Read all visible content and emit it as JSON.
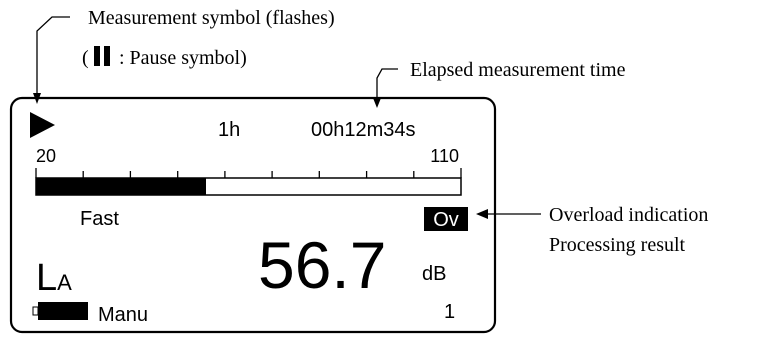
{
  "annotations": {
    "measurement_symbol": "Measurement symbol (flashes)",
    "pause_prefix": "(",
    "pause_text": ": Pause symbol)",
    "elapsed_time": "Elapsed measurement time",
    "overload": "Overload indication",
    "processing": "Processing result"
  },
  "display": {
    "interval": "1h",
    "elapsed": "00h12m34s",
    "scale_min": "20",
    "scale_max": "110",
    "bar_level_fraction": 0.4,
    "time_weighting": "Fast",
    "overload_badge": "Ov",
    "quantity_main": "L",
    "quantity_sub": "A",
    "value": "56.7",
    "unit": "dB",
    "mode": "Manu",
    "result_index": "1"
  },
  "colors": {
    "ink": "#000000",
    "background": "#ffffff"
  }
}
